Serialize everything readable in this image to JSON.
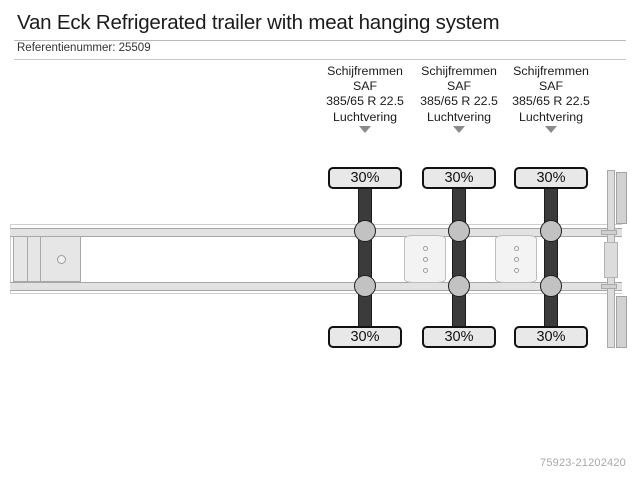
{
  "header": {
    "title": "Van Eck Refrigerated trailer with meat hanging system",
    "reference_label": "Referentienummer: 25509"
  },
  "axles": [
    {
      "brake_type": "Schijfremmen",
      "make": "SAF",
      "tyre_size": "385/65 R 22.5",
      "suspension": "Luchtvering",
      "pointer_icon": "triangle-down-icon",
      "tread_top": "30%",
      "tread_bottom": "30%"
    },
    {
      "brake_type": "Schijfremmen",
      "make": "SAF",
      "tyre_size": "385/65 R 22.5",
      "suspension": "Luchtvering",
      "pointer_icon": "triangle-down-icon",
      "tread_top": "30%",
      "tread_bottom": "30%"
    },
    {
      "brake_type": "Schijfremmen",
      "make": "SAF",
      "tyre_size": "385/65 R 22.5",
      "suspension": "Luchtvering",
      "pointer_icon": "triangle-down-icon",
      "tread_top": "30%",
      "tread_bottom": "30%"
    }
  ],
  "diagram": {
    "kingpin_icon": "kingpin-circle-icon",
    "hanger_icon": "suspension-hanger-icon",
    "wheel_hub_icon": "wheel-hub-icon",
    "rear_icon": "rear-underrun-bar-icon"
  },
  "watermark": {
    "id": "75923-21202420"
  },
  "colors": {
    "page_background": "#ffffff",
    "title_text": "#1b1b1b",
    "rule": "#b9b9b9",
    "chassis_fill": "#e2e2e2",
    "chassis_stroke": "#a6a6a6",
    "axle_dark": "#3b3b3b",
    "hub_fill": "#c2c2c2",
    "badge_fill": "#e8e8e8",
    "badge_stroke": "#111111",
    "pointer": "#8a8a8a",
    "watermark_text": "#a8a8a8"
  }
}
